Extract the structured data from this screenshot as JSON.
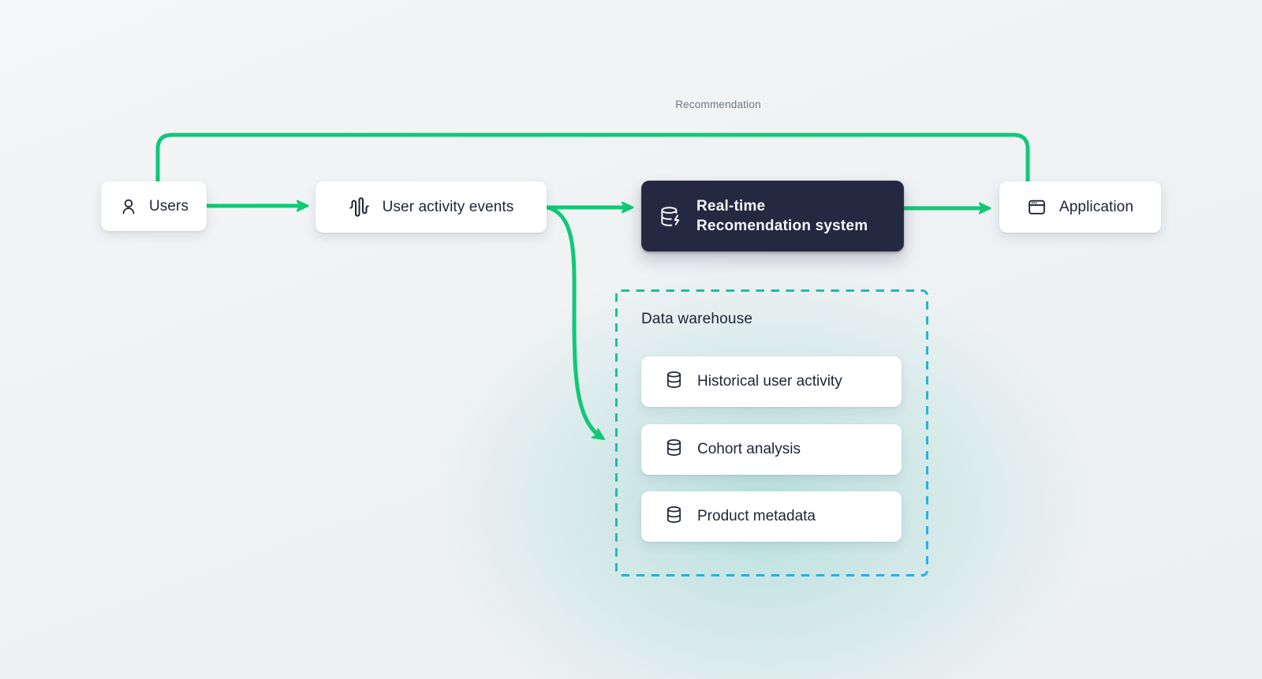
{
  "diagram": {
    "title_hint": "Real-time recommendation system architecture",
    "loop_label": "Recommendation"
  },
  "colors": {
    "arrow_green": "#10c878",
    "dark_node_bg": "#242840",
    "dashed_gradient_start": "#16c491",
    "dashed_gradient_end": "#2badea",
    "node_text": "#1d2433",
    "dark_node_text": "#f6f7fa",
    "loop_label_gray": "#6e7787",
    "background_base": "#f1f3f5",
    "background_glow": "#94d5ce"
  },
  "nodes": {
    "users": {
      "label": "Users",
      "icon": "user-icon"
    },
    "user_activity_events": {
      "label": "User activity events",
      "icon": "waveform-icon"
    },
    "realtime_recommendation": {
      "label_line1": "Real-time",
      "label_line2": "Recomendation system",
      "icon": "database-zap-icon"
    },
    "application": {
      "label": "Application",
      "icon": "app-window-icon"
    }
  },
  "data_warehouse": {
    "title": "Data warehouse",
    "items": [
      {
        "label": "Historical user activity",
        "icon": "database-icon"
      },
      {
        "label": "Cohort analysis",
        "icon": "database-icon"
      },
      {
        "label": "Product metadata",
        "icon": "database-icon"
      }
    ]
  },
  "connectors": [
    {
      "name": "users-to-events-arrow",
      "from": "users",
      "to": "user_activity_events",
      "arrow": true
    },
    {
      "name": "events-to-realtime-arrow",
      "from": "user_activity_events",
      "to": "realtime_recommendation",
      "arrow": true
    },
    {
      "name": "realtime-to-application-arrow",
      "from": "realtime_recommendation",
      "to": "application",
      "arrow": true
    },
    {
      "name": "events-to-warehouse-curve",
      "from": "user_activity_events",
      "to": "data_warehouse",
      "arrow": true
    },
    {
      "name": "recommendation-loop",
      "from": "application",
      "to": "users",
      "arrow": false,
      "label": "Recommendation"
    }
  ]
}
